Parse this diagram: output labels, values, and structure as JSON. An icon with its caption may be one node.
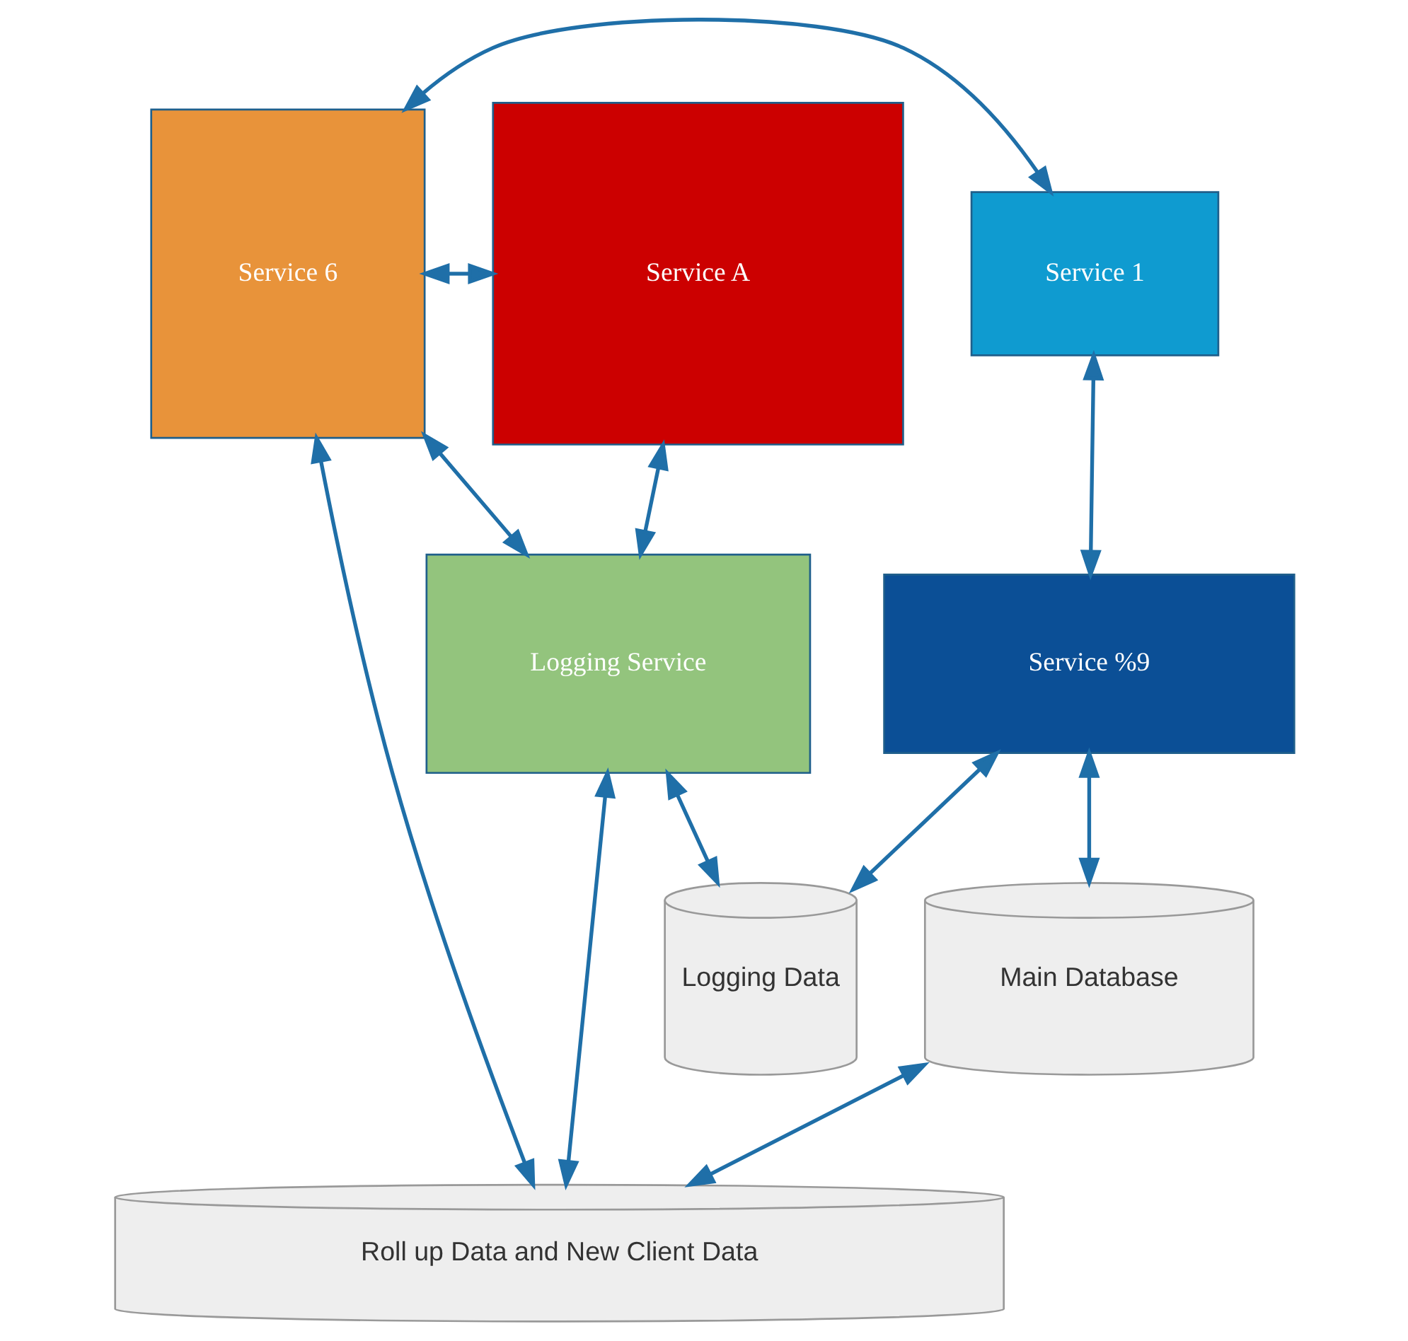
{
  "diagram": {
    "nodes": [
      {
        "text": [
          "Service 1"
        ]
      },
      {
        "text": [
          "Service 6"
        ]
      },
      {
        "text": [
          "Service A"
        ]
      },
      {
        "text": [
          "Service %9"
        ]
      },
      {
        "text": [
          "Logging Service"
        ]
      },
      {
        "text": [
          "Main Database"
        ]
      },
      {
        "text": [
          "Logging Data"
        ]
      },
      {
        "text": [
          "Roll up Data and New Client Data"
        ]
      }
    ],
    "edges": [
      {
        "from": 0,
        "to": 3,
        "arrow": "both"
      },
      {
        "from": 1,
        "to": 0,
        "arrow": "both"
      },
      {
        "from": 1,
        "to": 2,
        "arrow": "both"
      },
      {
        "from": 1,
        "to": 4,
        "arrow": "both"
      },
      {
        "from": 2,
        "to": 4,
        "arrow": "both"
      },
      {
        "from": 3,
        "to": 5,
        "arrow": "both"
      },
      {
        "from": 3,
        "to": 6,
        "arrow": "both"
      },
      {
        "from": 4,
        "to": 6,
        "arrow": "both"
      },
      {
        "from": 5,
        "to": 7,
        "arrow": "both"
      },
      {
        "from": 1,
        "to": 7,
        "arrow": "both"
      },
      {
        "from": 4,
        "to": 7,
        "arrow": "both"
      }
    ]
  }
}
